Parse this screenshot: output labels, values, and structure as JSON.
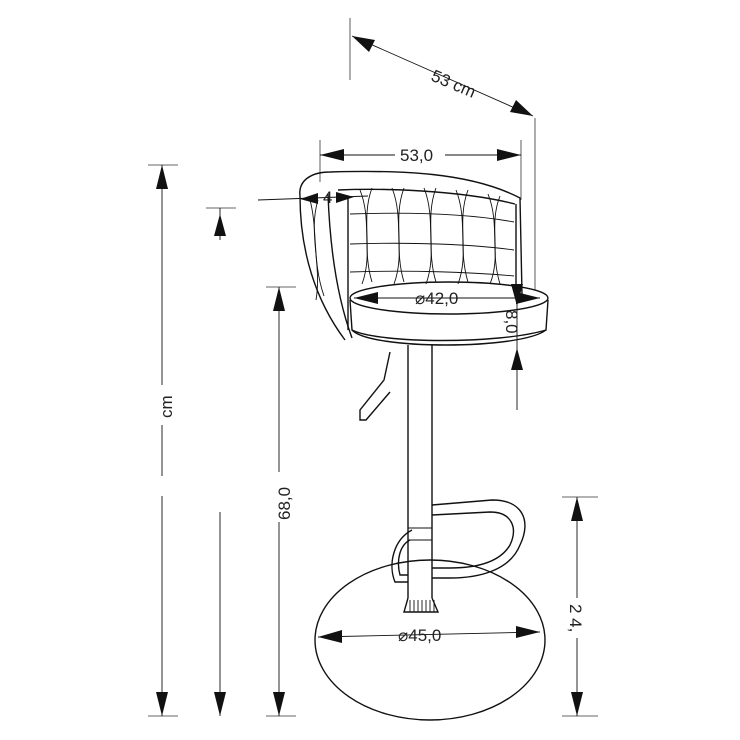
{
  "dimensions": {
    "depth": "53 cm",
    "width": "53,0",
    "backrest_thickness": "4",
    "seat_diameter": "⌀42,0",
    "seat_thickness": "8,0",
    "left_unit": "cm",
    "seat_height_min": "68,0",
    "base_diameter": "⌀45,0",
    "footrest_partial": "2 4,"
  },
  "colors": {
    "stroke": "#111111",
    "background": "#ffffff"
  }
}
